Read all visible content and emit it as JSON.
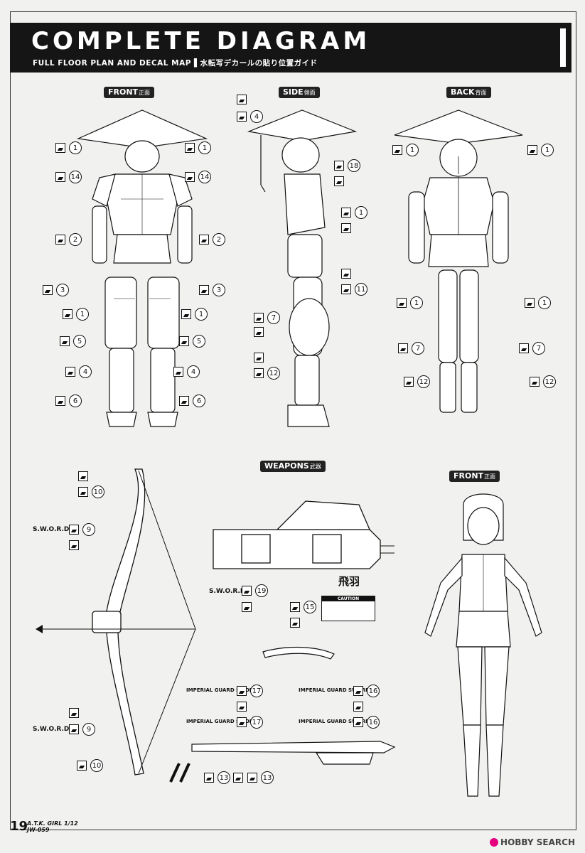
{
  "header": {
    "title": "COMPLETE DIAGRAM",
    "subtitle": "FULL FLOOR PLAN AND DECAL MAP ▌水転写デカールの貼り位置ガイド"
  },
  "sections": {
    "front": {
      "label": "FRONT",
      "jp": "正面"
    },
    "side": {
      "label": "SIDE",
      "jp": "側面"
    },
    "back": {
      "label": "BACK",
      "jp": "背面"
    },
    "weapons": {
      "label": "WEAPONS",
      "jp": "武器"
    },
    "front2": {
      "label": "FRONT",
      "jp": "正面"
    }
  },
  "labels": {
    "sword": "S.W.O.R.D",
    "kanji": "飛羽",
    "caution": "CAUTION",
    "imperial": "IMPERIAL GUARD SWORDS"
  },
  "footer": {
    "page": "19",
    "model_line1": "A.T.K. GIRL 1/12",
    "model_line2": "JW-059",
    "watermark": "HOBBY SEARCH"
  },
  "colors": {
    "ink": "#111111",
    "paper": "#f1f1ef",
    "header_bg": "#151515"
  }
}
